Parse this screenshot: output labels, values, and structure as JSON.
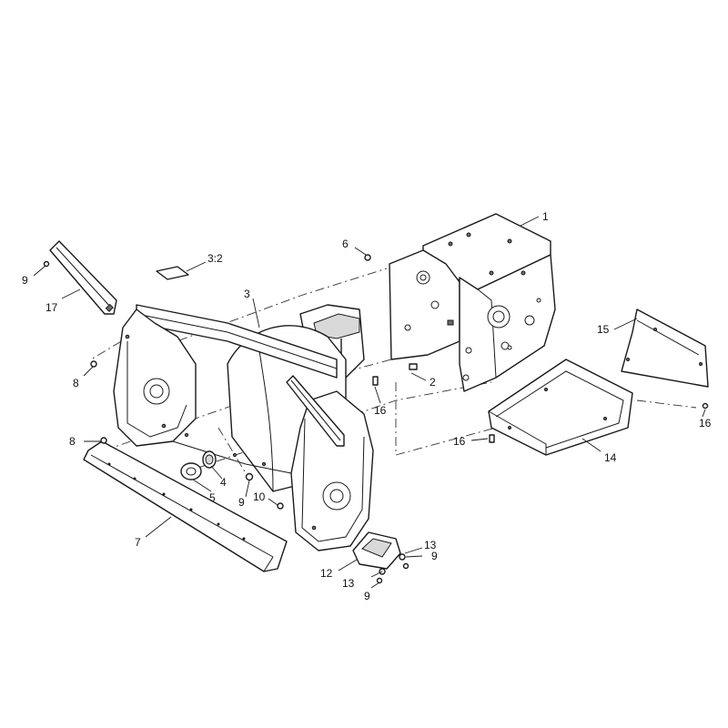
{
  "callouts": [
    {
      "id": "c1",
      "text": "1"
    },
    {
      "id": "c2",
      "text": "2"
    },
    {
      "id": "c3",
      "text": "3"
    },
    {
      "id": "c32",
      "text": "3:2"
    },
    {
      "id": "c4",
      "text": "4"
    },
    {
      "id": "c5",
      "text": "5"
    },
    {
      "id": "c6",
      "text": "6"
    },
    {
      "id": "c7",
      "text": "7"
    },
    {
      "id": "c8a",
      "text": "8"
    },
    {
      "id": "c8b",
      "text": "8"
    },
    {
      "id": "c9a",
      "text": "9"
    },
    {
      "id": "c9b",
      "text": "9"
    },
    {
      "id": "c9c",
      "text": "9"
    },
    {
      "id": "c9d",
      "text": "9"
    },
    {
      "id": "c10",
      "text": "10"
    },
    {
      "id": "c12",
      "text": "12"
    },
    {
      "id": "c13a",
      "text": "13"
    },
    {
      "id": "c13b",
      "text": "13"
    },
    {
      "id": "c14",
      "text": "14"
    },
    {
      "id": "c15",
      "text": "15"
    },
    {
      "id": "c16a",
      "text": "16"
    },
    {
      "id": "c16b",
      "text": "16"
    },
    {
      "id": "c16c",
      "text": "16"
    },
    {
      "id": "c17",
      "text": "17"
    }
  ]
}
